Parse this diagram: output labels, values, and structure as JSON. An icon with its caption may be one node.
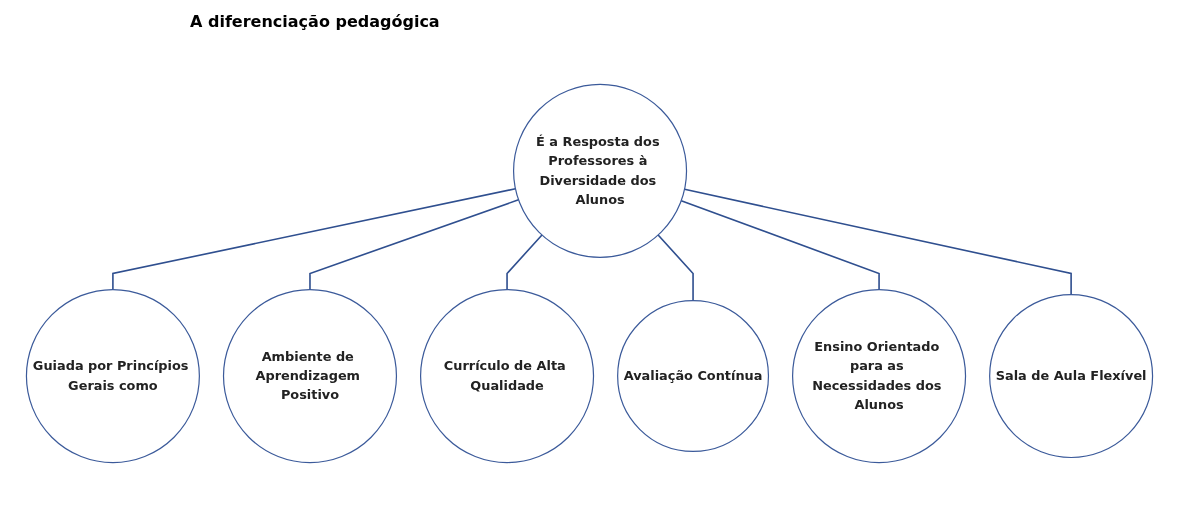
{
  "diagram": {
    "title": "A diferenciação pedagógica",
    "nodes": [
      {
        "text": [
          "É a Resposta dos Professores à Diversidade dos Alunos"
        ]
      },
      {
        "text": [
          "Guiada por Princípios Gerais como"
        ]
      },
      {
        "text": [
          "Ambiente de Aprendizagem Positivo"
        ]
      },
      {
        "text": [
          "Currículo de Alta Qualidade"
        ]
      },
      {
        "text": [
          "Avaliação Contínua"
        ]
      },
      {
        "text": [
          "Ensino Orientado para as Necessidades dos Alunos"
        ]
      },
      {
        "text": [
          "Sala de Aula Flexível"
        ]
      }
    ],
    "edges": [
      {
        "from": 0,
        "to": 1,
        "arrow": "none"
      },
      {
        "from": 0,
        "to": 2,
        "arrow": "none"
      },
      {
        "from": 0,
        "to": 3,
        "arrow": "none"
      },
      {
        "from": 0,
        "to": 4,
        "arrow": "none"
      },
      {
        "from": 0,
        "to": 5,
        "arrow": "none"
      },
      {
        "from": 0,
        "to": 6,
        "arrow": "none"
      }
    ]
  }
}
